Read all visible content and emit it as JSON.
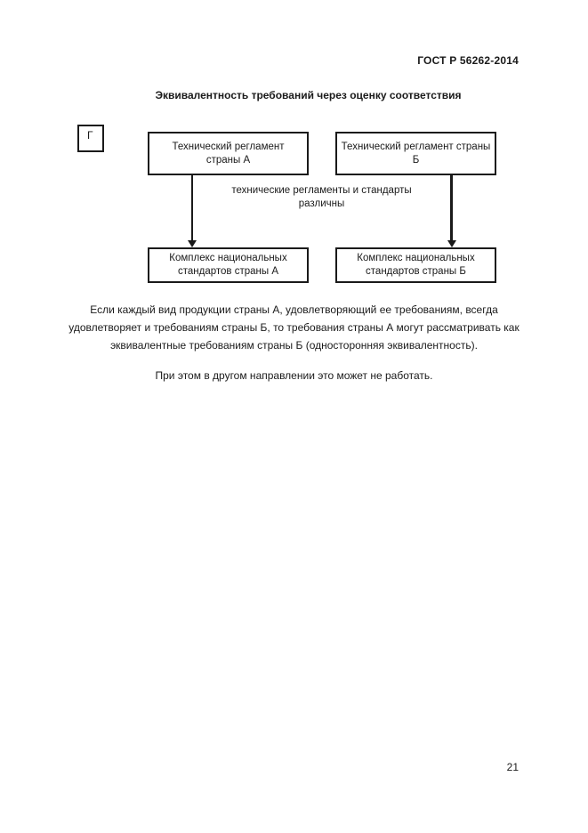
{
  "page": {
    "doc_number": "ГОСТ Р 56262-2014",
    "page_number": "21"
  },
  "figure": {
    "label": "Г",
    "title": "Эквивалентность требований через оценку соответствия",
    "nodes": [
      {
        "line1": "Технический регламент",
        "line2": "страны А"
      },
      {
        "line1": "Технический регламент страны",
        "line2": "Б"
      },
      {
        "line1": "Комплекс национальных",
        "line2": "стандартов страны А"
      },
      {
        "line1": "Комплекс национальных",
        "line2": "стандартов страны Б"
      }
    ],
    "edge_label": {
      "line1": "технические регламенты и стандарты",
      "line2": "различны"
    }
  },
  "body": {
    "paragraph1_lines": [
      "Если каждый вид продукции страны А, удовлетворяющий ее требованиям, всегда",
      "удовлетворяет и требованиям страны Б, то требования страны А могут рассматривать как",
      "эквивалентные требованиям страны Б (односторонняя эквивалентность)."
    ],
    "paragraph2": "При этом в другом направлении это может не работать."
  },
  "colors": {
    "text": "#1a1a1a",
    "background": "#ffffff",
    "line": "#1a1a1a"
  }
}
